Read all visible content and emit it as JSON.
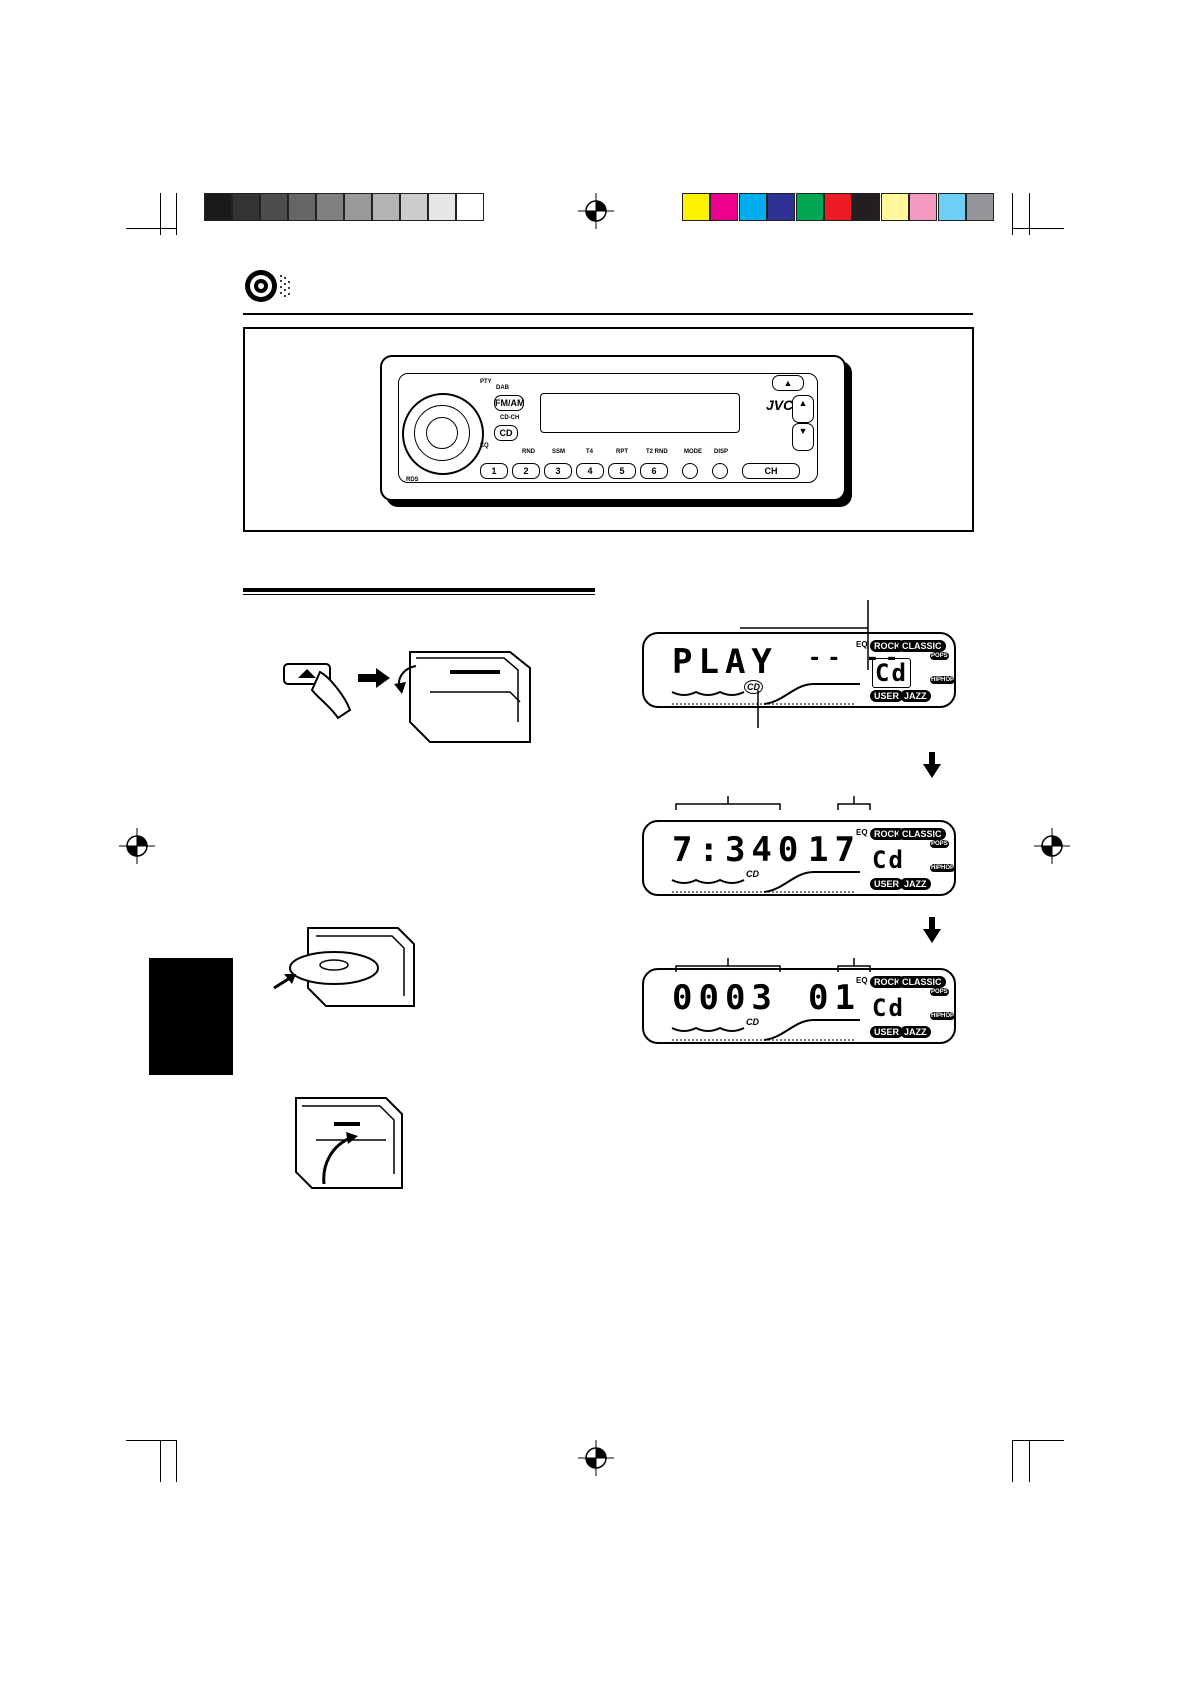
{
  "colors": {
    "gray_bar": [
      "#1a1a1a",
      "#333333",
      "#4d4d4d",
      "#666666",
      "#808080",
      "#999999",
      "#b3b3b3",
      "#cccccc",
      "#e6e6e6",
      "#ffffff"
    ],
    "color_bar": [
      "#fff200",
      "#ec008c",
      "#00aeef",
      "#2e3192",
      "#00a651",
      "#ed1c24",
      "#231f20",
      "#fff799",
      "#f49ac1",
      "#6dcff6",
      "#939598"
    ]
  },
  "header": {
    "icon": "cd-icon"
  },
  "unit": {
    "brand": "JVC",
    "buttons": {
      "fm_am": "FM/AM",
      "cd": "CD",
      "presets": [
        "1",
        "2",
        "3",
        "4",
        "5",
        "6"
      ],
      "ch": "CH"
    },
    "labels": {
      "pty": "PTY",
      "dab": "DAB",
      "cd_ch": "CD-CH",
      "eq": "EQ",
      "rnd": "RND",
      "ssm": "SSM",
      "t4": "T4",
      "rpt": "RPT",
      "t2rnd": "T2 RND",
      "mode": "MODE",
      "disp": "DISP",
      "rds": "RDS"
    }
  },
  "displays": [
    {
      "main": "PLAY",
      "right": "-- --",
      "source": "Cd",
      "eq_label": "EQ",
      "eq_modes": [
        "ROCK",
        "CLASSIC",
        "POPS",
        "HIPHOP",
        "USER",
        "JAZZ"
      ],
      "badge": "CD"
    },
    {
      "main": "7:340",
      "right": "17",
      "source": "Cd",
      "eq_label": "EQ",
      "eq_modes": [
        "ROCK",
        "CLASSIC",
        "POPS",
        "HIPHOP",
        "USER",
        "JAZZ"
      ],
      "badge": "CD"
    },
    {
      "main": "0003",
      "right": "01",
      "source": "Cd",
      "eq_label": "EQ",
      "eq_modes": [
        "ROCK",
        "CLASSIC",
        "POPS",
        "HIPHOP",
        "USER",
        "JAZZ"
      ],
      "badge": "CD"
    }
  ]
}
